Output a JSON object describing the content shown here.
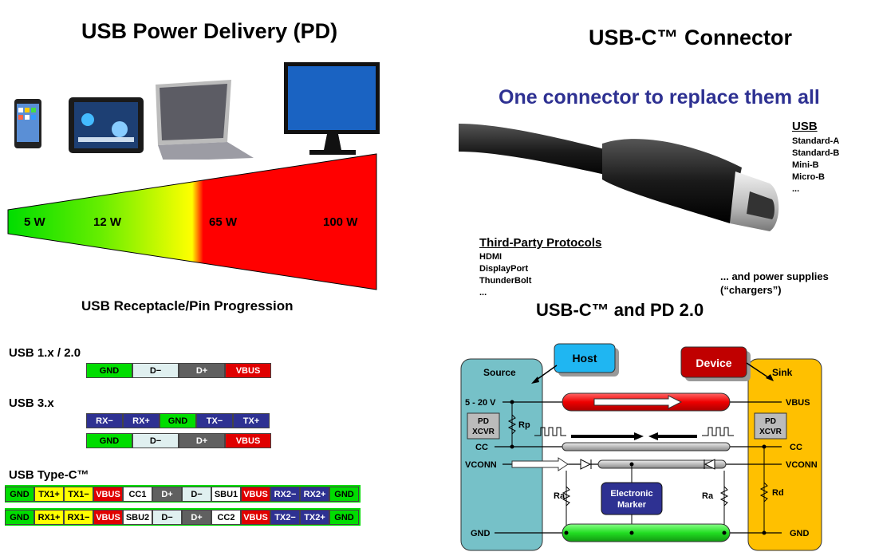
{
  "left": {
    "title": "USB Power Delivery (PD)",
    "power_levels": [
      "5 W",
      "12 W",
      "65 W",
      "100 W"
    ],
    "progression_title": "USB Receptacle/Pin Progression",
    "usb2": {
      "label": "USB 1.x / 2.0",
      "pins": [
        {
          "t": "GND",
          "c": "#00dd00",
          "f": "#000"
        },
        {
          "t": "D−",
          "c": "#e0f0f0",
          "f": "#000"
        },
        {
          "t": "D+",
          "c": "#606060",
          "f": "#fff"
        },
        {
          "t": "VBUS",
          "c": "#e00000",
          "f": "#fff"
        }
      ]
    },
    "usb3": {
      "label": "USB 3.x",
      "row1": [
        {
          "t": "RX−",
          "c": "#2e3192",
          "f": "#fff"
        },
        {
          "t": "RX+",
          "c": "#2e3192",
          "f": "#fff"
        },
        {
          "t": "GND",
          "c": "#00dd00",
          "f": "#000"
        },
        {
          "t": "TX−",
          "c": "#2e3192",
          "f": "#fff"
        },
        {
          "t": "TX+",
          "c": "#2e3192",
          "f": "#fff"
        }
      ],
      "row2": [
        {
          "t": "GND",
          "c": "#00dd00",
          "f": "#000"
        },
        {
          "t": "D−",
          "c": "#e0f0f0",
          "f": "#000"
        },
        {
          "t": "D+",
          "c": "#606060",
          "f": "#fff"
        },
        {
          "t": "VBUS",
          "c": "#e00000",
          "f": "#fff"
        }
      ]
    },
    "typec": {
      "label": "USB Type-C™",
      "row1": [
        {
          "t": "GND",
          "c": "#00dd00",
          "f": "#000"
        },
        {
          "t": "TX1+",
          "c": "#ffff00",
          "f": "#000"
        },
        {
          "t": "TX1−",
          "c": "#ffff00",
          "f": "#000"
        },
        {
          "t": "VBUS",
          "c": "#e00000",
          "f": "#fff"
        },
        {
          "t": "CC1",
          "c": "#ffffff",
          "f": "#000"
        },
        {
          "t": "D+",
          "c": "#606060",
          "f": "#fff"
        },
        {
          "t": "D−",
          "c": "#e0f0f0",
          "f": "#000"
        },
        {
          "t": "SBU1",
          "c": "#ffffff",
          "f": "#000"
        },
        {
          "t": "VBUS",
          "c": "#e00000",
          "f": "#fff"
        },
        {
          "t": "RX2−",
          "c": "#2e3192",
          "f": "#fff"
        },
        {
          "t": "RX2+",
          "c": "#2e3192",
          "f": "#fff"
        },
        {
          "t": "GND",
          "c": "#00dd00",
          "f": "#000"
        }
      ],
      "row2": [
        {
          "t": "GND",
          "c": "#00dd00",
          "f": "#000"
        },
        {
          "t": "RX1+",
          "c": "#ffff00",
          "f": "#000"
        },
        {
          "t": "RX1−",
          "c": "#ffff00",
          "f": "#000"
        },
        {
          "t": "VBUS",
          "c": "#e00000",
          "f": "#fff"
        },
        {
          "t": "SBU2",
          "c": "#ffffff",
          "f": "#000"
        },
        {
          "t": "D−",
          "c": "#e0f0f0",
          "f": "#000"
        },
        {
          "t": "D+",
          "c": "#606060",
          "f": "#fff"
        },
        {
          "t": "CC2",
          "c": "#ffffff",
          "f": "#000"
        },
        {
          "t": "VBUS",
          "c": "#e00000",
          "f": "#fff"
        },
        {
          "t": "TX2−",
          "c": "#2e3192",
          "f": "#fff"
        },
        {
          "t": "TX2+",
          "c": "#2e3192",
          "f": "#fff"
        },
        {
          "t": "GND",
          "c": "#00dd00",
          "f": "#000"
        }
      ]
    }
  },
  "right": {
    "title": "USB-C™ Connector",
    "subtitle": "One connector to replace them all",
    "usb_heading": "USB",
    "usb_list": [
      "Standard-A",
      "Standard-B",
      "Mini-B",
      "Micro-B",
      "..."
    ],
    "third_party_heading": "Third-Party Protocols",
    "third_party_list": [
      "HDMI",
      "DisplayPort",
      "ThunderBolt",
      "..."
    ],
    "power_supplies_1": "... and power supplies",
    "power_supplies_2": "(“chargers”)",
    "pd_title": "USB-C™ and PD 2.0"
  },
  "schematic": {
    "host": "Host",
    "device": "Device",
    "source": "Source",
    "sink": "Sink",
    "v520": "5 - 20 V",
    "vbus": "VBUS",
    "cc_left": "CC",
    "cc_right": "CC",
    "vconn_left": "VCONN",
    "vconn_right": "VCONN",
    "gnd_left": "GND",
    "gnd_right": "GND",
    "pd": "PD",
    "xcvr": "XCVR",
    "rp": "Rp",
    "rd": "Rd",
    "ra": "Ra",
    "marker_1": "Electronic",
    "marker_2": "Marker"
  },
  "colors": {
    "subtitle": "#2e3192",
    "source": "#76c1c8",
    "sink": "#ffc000",
    "host": "#1fb6f2",
    "device": "#c00000",
    "vbus_cable": "#e00000",
    "gnd_cable": "#22dd22"
  }
}
